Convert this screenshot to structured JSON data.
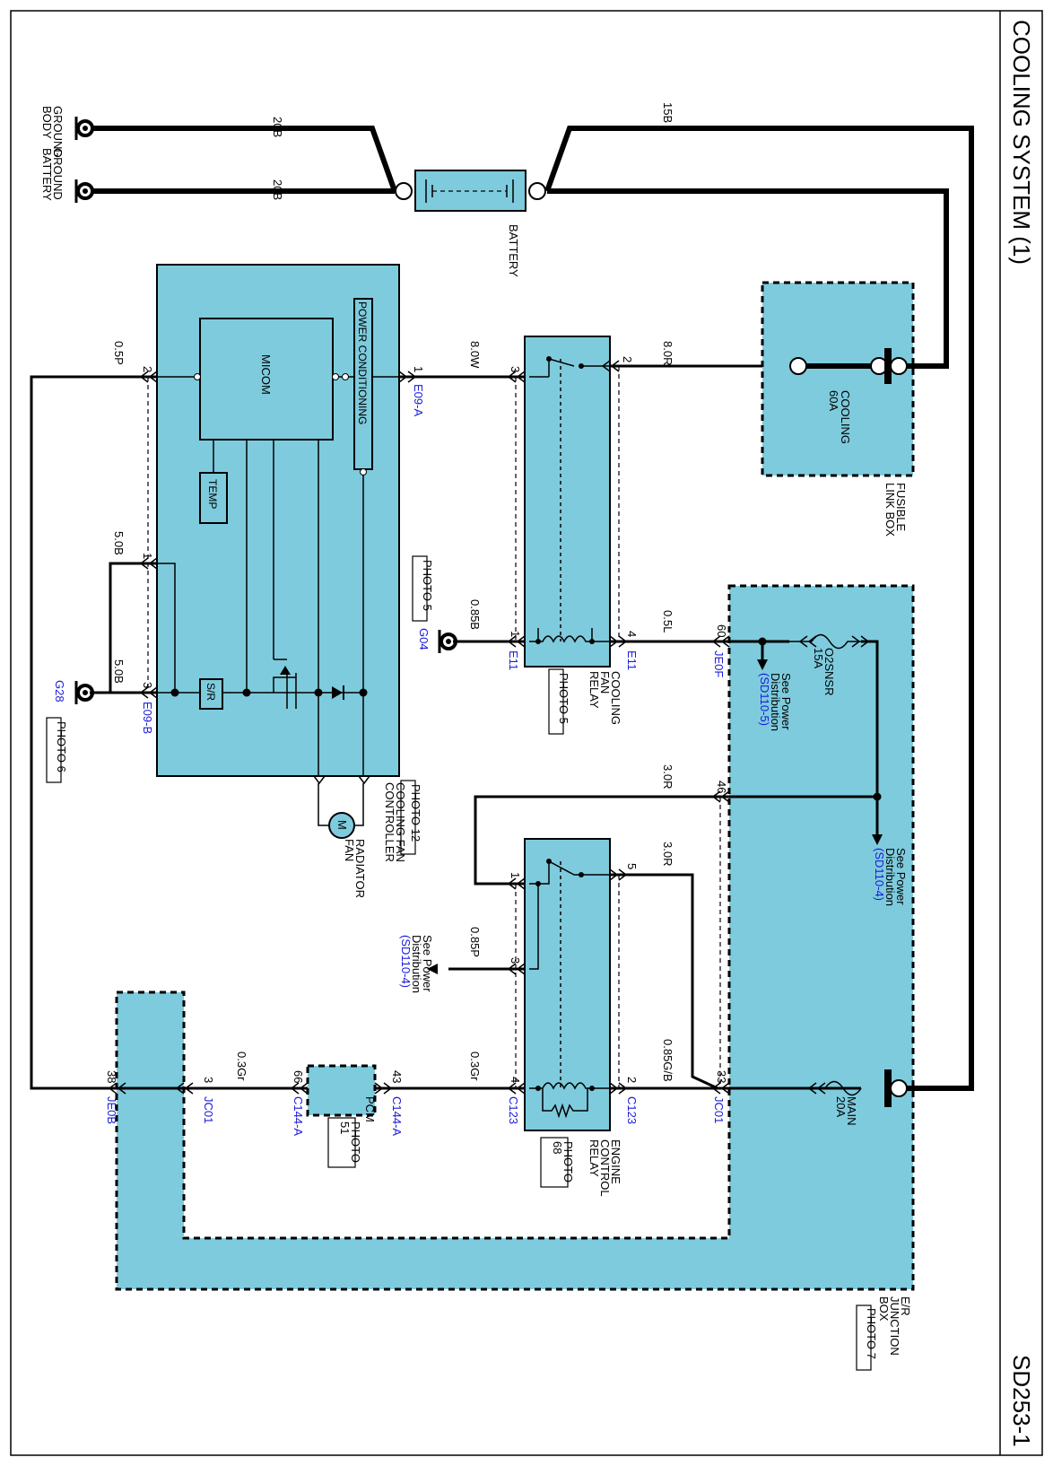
{
  "header": {
    "title": "COOLING SYSTEM (1)",
    "code": "SD253-1"
  },
  "grounds": {
    "body": "BODY",
    "battery": "BATTERY",
    "ground1": "GROUND",
    "ground2": "GROUND"
  },
  "battery": {
    "label": "BATTERY"
  },
  "wires": {
    "w20b_a": "20B",
    "w20b_b": "20B",
    "w15b": "15B",
    "w8r": "8.0R",
    "w8w": "8.0W",
    "w05p": "0.5P",
    "w5b_a": "5.0B",
    "w5b_b": "5.0B",
    "w085b": "0.85B",
    "w05l": "0.5L",
    "w3r_a": "3.0R",
    "w3r_b": "3.0R",
    "w085p": "0.85P",
    "w03gr_a": "0.3Gr",
    "w03gr_b": "0.3Gr",
    "w085gb": "0.85G/B"
  },
  "fusible": {
    "l1": "FUSIBLE",
    "l2": "LINK BOX",
    "fuse1": "COOLING",
    "fuse2": "60A"
  },
  "jbox": {
    "l1": "E/R",
    "l2": "JUNCTION",
    "l3": "BOX",
    "photo": "PHOTO 7",
    "o2_1": "O2SNSR",
    "o2_2": "15A",
    "main_1": "MAIN",
    "main_2": "20A"
  },
  "fan_relay": {
    "l1": "COOLING",
    "l2": "FAN",
    "l3": "RELAY",
    "photo": "PHOTO 5"
  },
  "ec_relay": {
    "l1": "ENGINE",
    "l2": "CONTROL",
    "l3": "RELAY",
    "photo1": "PHOTO",
    "photo2": "68"
  },
  "controller": {
    "micom": "MICOM",
    "power": "POWER CONDITIONING",
    "temp": "TEMP",
    "sr": "S/R",
    "l1": "COOLING FAN",
    "l2": "CONTROLLER",
    "photo": "PHOTO 12"
  },
  "fan": {
    "m": "M",
    "l1": "RADIATOR",
    "l2": "FAN"
  },
  "pcm": {
    "label": "PCM",
    "photo1": "PHOTO",
    "photo2": "51"
  },
  "refs": {
    "see1_l1": "See Power",
    "see1_l2": "Distribution",
    "see1_ref": "(SD110-5)",
    "see2_l1": "See Power",
    "see2_l2": "Distribution",
    "see2_ref": "(SD110-4)",
    "see3_l1": "See Power",
    "see3_l2": "Distribution",
    "see3_ref": "(SD110-4)"
  },
  "photos": {
    "p5": "PHOTO 5",
    "p6": "PHOTO 6"
  },
  "connectors": {
    "e09a": "E09-A",
    "e09b": "E09-B",
    "e11_a": "E11",
    "e11_b": "E11",
    "je0f": "JE0F",
    "g04": "G04",
    "g28": "G28",
    "c123_a": "C123",
    "c123_b": "C123",
    "jc01_a": "JC01",
    "jc01_b": "JC01",
    "c144a_a": "C144-A",
    "c144a_b": "C144-A",
    "je0b": "JE0B"
  },
  "pins": {
    "p1": "1",
    "p2": "2",
    "p3": "3",
    "p4": "4",
    "p60": "60",
    "p46": "46",
    "p5": "5",
    "p33": "33",
    "p38": "38",
    "p66": "66",
    "p43": "43"
  }
}
